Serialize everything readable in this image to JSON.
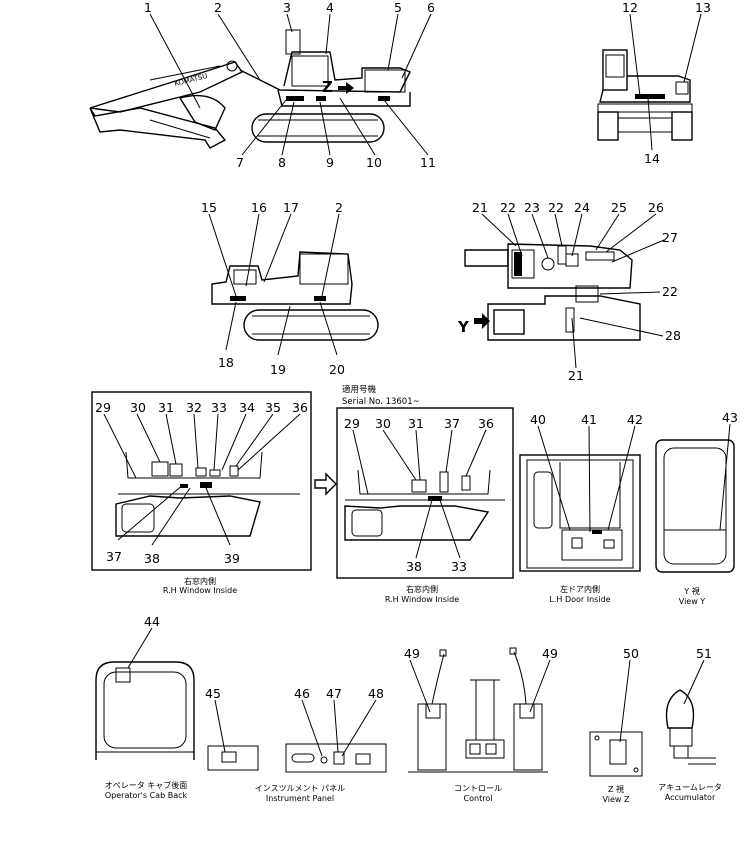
{
  "serial_label": "適用号機",
  "serial_no": "Serial No. 13601~",
  "view_letters": {
    "z": "Z",
    "y": "Y"
  },
  "callouts": [
    "1",
    "2",
    "3",
    "4",
    "5",
    "6",
    "7",
    "8",
    "9",
    "10",
    "11",
    "12",
    "13",
    "14",
    "15",
    "16",
    "17",
    "2",
    "18",
    "19",
    "20",
    "21",
    "22",
    "23",
    "22",
    "24",
    "25",
    "26",
    "27",
    "22",
    "28",
    "21",
    "29",
    "30",
    "31",
    "32",
    "33",
    "34",
    "35",
    "36",
    "37",
    "38",
    "39",
    "29",
    "30",
    "31",
    "37",
    "36",
    "38",
    "33",
    "40",
    "41",
    "42",
    "43",
    "44",
    "45",
    "46",
    "47",
    "48",
    "49",
    "49",
    "50",
    "51"
  ],
  "captions": {
    "rh_window_left": {
      "jp": "右窓内側",
      "en": "R.H Window Inside"
    },
    "rh_window_right": {
      "jp": "右窓内側",
      "en": "R.H Window Inside"
    },
    "lh_door": {
      "jp": "左ドア内側",
      "en": "L.H Door Inside"
    },
    "view_y": {
      "jp": "Y 視",
      "en": "View Y"
    },
    "cab_back": {
      "jp": "オペレータ キャブ後面",
      "en": "Operator's Cab Back"
    },
    "instrument_panel": {
      "jp": "インスツルメント パネル",
      "en": "Instrument Panel"
    },
    "control": {
      "jp": "コントロール",
      "en": "Control"
    },
    "view_z": {
      "jp": "Z 視",
      "en": "View Z"
    },
    "accumulator": {
      "jp": "アキュームレータ",
      "en": "Accumulator"
    }
  }
}
